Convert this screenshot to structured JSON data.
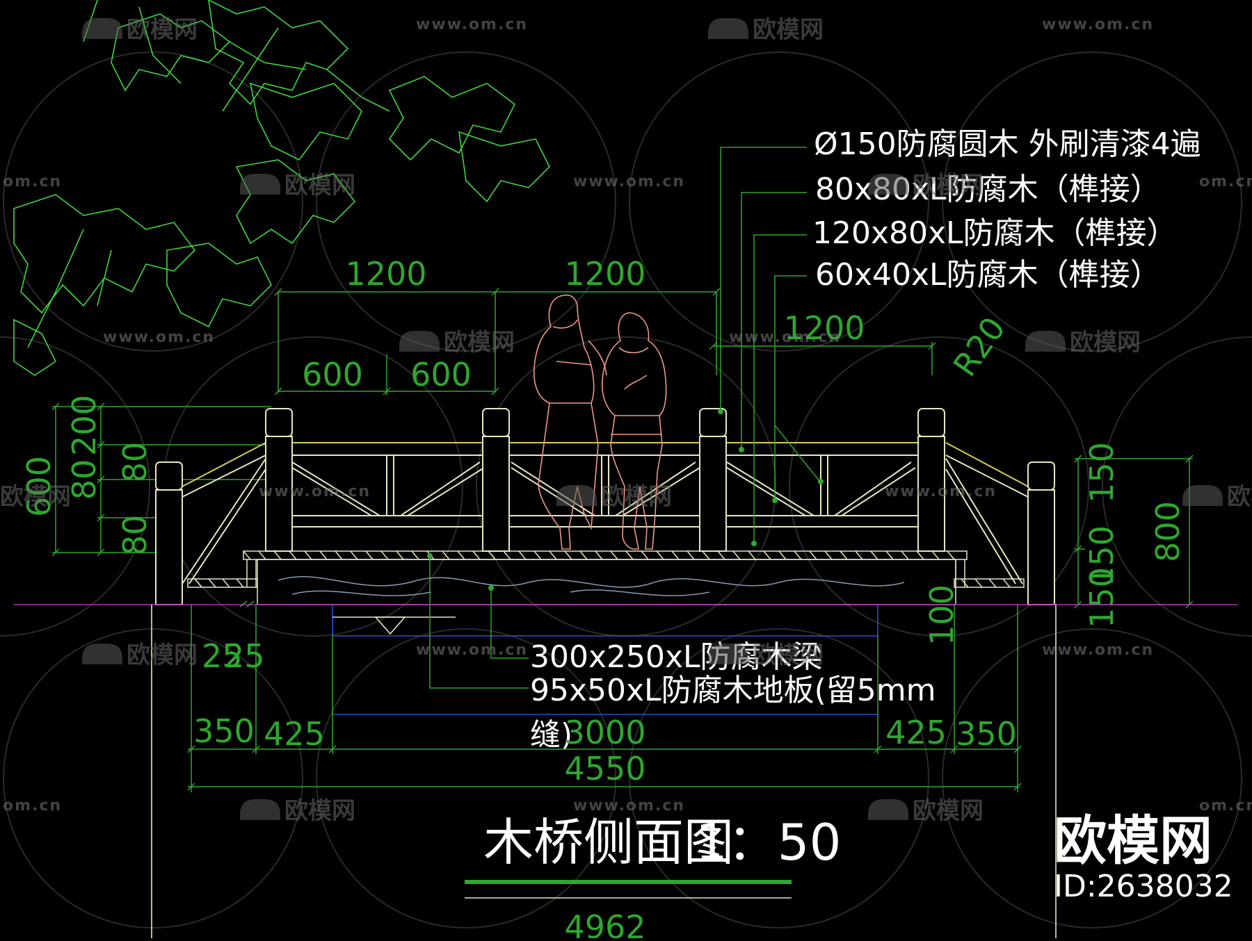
{
  "colors": {
    "background": "#000000",
    "structure": "#e8e8c0",
    "dimension": "#2ea82e",
    "tree": "#3fd83f",
    "people": "#f09a8a",
    "water": "#8a9ab0",
    "ground": "#b030b0",
    "label": "#ffffff"
  },
  "labels": {
    "post": "Ø150防腐圆木 外刷清漆4遍",
    "top_rail": "80x80xL防腐木（榫接）",
    "mid_rail": "120x80xL防腐木（榫接）",
    "brace": "60x40xL防腐木（榫接）",
    "beam": "300x250xL防腐木梁",
    "floor_1": "95x50xL防腐木地板(留5mm",
    "floor_2": "缝)"
  },
  "dimensions": {
    "top_1": "1200",
    "top_2": "1200",
    "top_3": "1200",
    "half_1": "600",
    "half_2": "600",
    "radius": "R20",
    "left_a": "200",
    "left_b": "80",
    "left_c": "80",
    "left_total": "600",
    "left_d": "80",
    "left_e": "25",
    "left_f": "25",
    "right_a": "150",
    "right_b": "150",
    "right_c": "150",
    "right_total": "800",
    "right_d": "100",
    "bottom_1": "350",
    "bottom_2": "425",
    "bottom_3": "3000",
    "bottom_4": "425",
    "bottom_5": "350",
    "bottom_total": "4550",
    "footer": "4962"
  },
  "title": {
    "text": "木桥侧面图",
    "scale": "1：50"
  },
  "watermark": {
    "brand": "欧模网",
    "url": "www.om.cn",
    "url_short": "om.cn",
    "id": "ID:2638032"
  },
  "icons": {
    "watermark_logo": "sofa-icon",
    "water_level": "triangle-down-icon"
  }
}
